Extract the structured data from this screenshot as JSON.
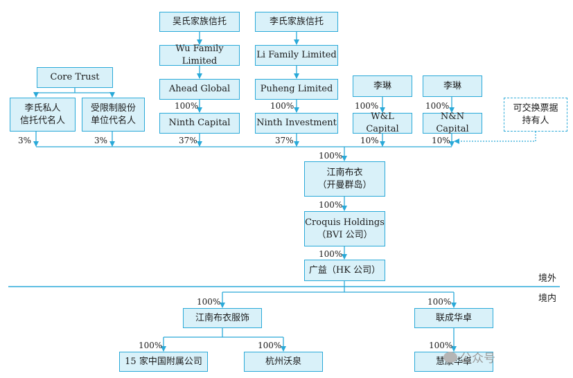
{
  "nodes": {
    "wu_trust": "吴氏家族信托",
    "li_trust": "李氏家族信托",
    "wu_family_limited": "Wu Family Limited",
    "li_family_limited": "Li Family Limited",
    "core_trust": "Core Trust",
    "ahead_global": "Ahead Global",
    "puheng_limited": "Puheng Limited",
    "li_lin_1": "李琳",
    "li_lin_2": "李琳",
    "li_nominee": [
      "李氏私人",
      "信托代名人"
    ],
    "restricted_nominee": [
      "受限制股份",
      "单位代名人"
    ],
    "ninth_capital": "Ninth Capital",
    "ninth_investment": "Ninth Investment",
    "wl_capital": "W&L Capital",
    "nn_capital": "N&N Capital",
    "exchangeable_holders": [
      "可交换票据",
      "持有人"
    ],
    "jnby_cayman": [
      "江南布衣",
      "（开曼群岛）"
    ],
    "croquis": [
      "Croquis Holdings",
      "（BVI 公司）"
    ],
    "guangyi": "广益（HK 公司）",
    "jnby_apparel": "江南布衣服饰",
    "lianchenghuazhuo": "联成华卓",
    "china_subsidiaries": "15 家中国附属公司",
    "hangzhou_woquan": "杭州沃泉",
    "huikang_huazhuo": "慧康华卓"
  },
  "labels": {
    "p_ahead_ninth": "100%",
    "p_puheng_ninthinv": "100%",
    "p_lilin_wl": "100%",
    "p_lilin_nn": "100%",
    "p_li_nominee": "3%",
    "p_restricted": "3%",
    "p_ninth_capital": "37%",
    "p_ninth_investment": "37%",
    "p_wl": "10%",
    "p_nn": "10%",
    "p_to_jnby": "100%",
    "p_to_croquis": "100%",
    "p_to_guangyi": "100%",
    "p_to_apparel": "100%",
    "p_to_lcz": "100%",
    "p_to_15": "100%",
    "p_to_woquan": "100%",
    "p_to_huikang": "100%"
  },
  "regions": {
    "offshore": "境外",
    "onshore": "境内"
  },
  "watermark": "公众号",
  "colors": {
    "box_fill": "#d9f1f9",
    "box_border": "#29a9d8",
    "line": "#29a9d8"
  }
}
